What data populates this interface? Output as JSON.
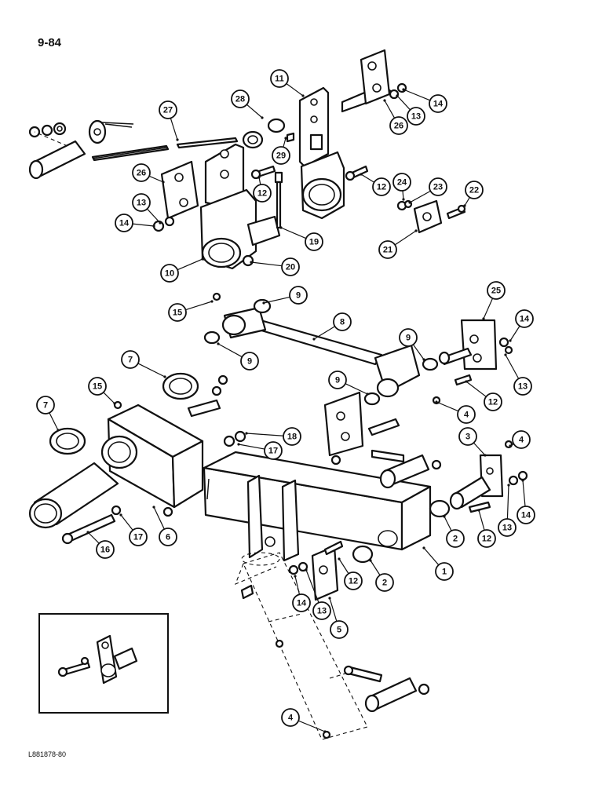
{
  "page_label": "9-84",
  "figure_code": "L881878-80",
  "callouts": [
    {
      "id": "c1",
      "label": "11"
    },
    {
      "id": "c2",
      "label": "28"
    },
    {
      "id": "c3",
      "label": "27"
    },
    {
      "id": "c4",
      "label": "26"
    },
    {
      "id": "c5",
      "label": "13"
    },
    {
      "id": "c6",
      "label": "14"
    },
    {
      "id": "c7",
      "label": "26"
    },
    {
      "id": "c8",
      "label": "29"
    },
    {
      "id": "c9",
      "label": "13"
    },
    {
      "id": "c10",
      "label": "14"
    },
    {
      "id": "c11",
      "label": "12"
    },
    {
      "id": "c12",
      "label": "12"
    },
    {
      "id": "c13",
      "label": "24"
    },
    {
      "id": "c14",
      "label": "23"
    },
    {
      "id": "c15",
      "label": "22"
    },
    {
      "id": "c16",
      "label": "19"
    },
    {
      "id": "c17",
      "label": "21"
    },
    {
      "id": "c18",
      "label": "10"
    },
    {
      "id": "c19",
      "label": "20"
    },
    {
      "id": "c20",
      "label": "9"
    },
    {
      "id": "c21",
      "label": "15"
    },
    {
      "id": "c22",
      "label": "25"
    },
    {
      "id": "c23",
      "label": "8"
    },
    {
      "id": "c24",
      "label": "14"
    },
    {
      "id": "c25",
      "label": "9"
    },
    {
      "id": "c26",
      "label": "9"
    },
    {
      "id": "c27",
      "label": "7"
    },
    {
      "id": "c28",
      "label": "13"
    },
    {
      "id": "c29",
      "label": "15"
    },
    {
      "id": "c30",
      "label": "9"
    },
    {
      "id": "c31",
      "label": "7"
    },
    {
      "id": "c32",
      "label": "4"
    },
    {
      "id": "c33",
      "label": "12"
    },
    {
      "id": "c34",
      "label": "18"
    },
    {
      "id": "c35",
      "label": "3"
    },
    {
      "id": "c36",
      "label": "4"
    },
    {
      "id": "c37",
      "label": "17"
    },
    {
      "id": "c38",
      "label": "16"
    },
    {
      "id": "c39",
      "label": "17"
    },
    {
      "id": "c40",
      "label": "6"
    },
    {
      "id": "c41",
      "label": "2"
    },
    {
      "id": "c42",
      "label": "12"
    },
    {
      "id": "c43",
      "label": "13"
    },
    {
      "id": "c44",
      "label": "14"
    },
    {
      "id": "c45",
      "label": "1"
    },
    {
      "id": "c46",
      "label": "12"
    },
    {
      "id": "c47",
      "label": "2"
    },
    {
      "id": "c48",
      "label": "14"
    },
    {
      "id": "c49",
      "label": "13"
    },
    {
      "id": "c50",
      "label": "5"
    },
    {
      "id": "c51",
      "label": "4"
    }
  ]
}
